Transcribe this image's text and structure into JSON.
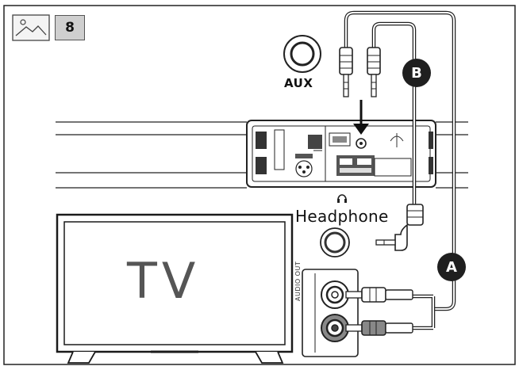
{
  "figure": {
    "step_number": "8",
    "image_icon": "image-icon",
    "labels": {
      "aux": "AUX",
      "headphone": "Headphone",
      "tv": "TV",
      "audio_out": "AUDIO OUT",
      "cable_a": "A",
      "cable_b": "B"
    },
    "colors": {
      "line": "#1a1a1a",
      "badge_bg": "#cfcfcf",
      "callout_bg": "#1f1f1f"
    }
  }
}
